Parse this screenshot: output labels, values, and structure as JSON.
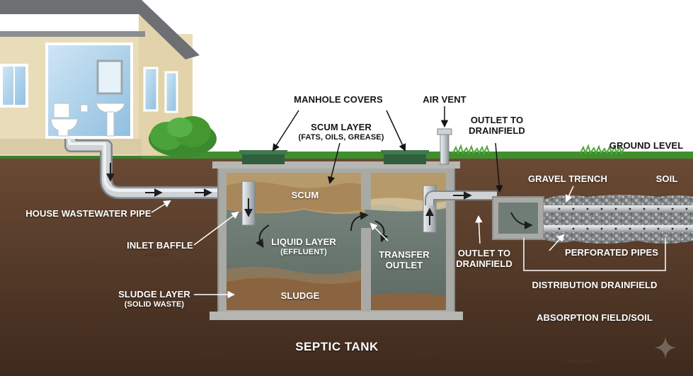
{
  "labels": {
    "manhole_covers": "MANHOLE COVERS",
    "air_vent": "AIR VENT",
    "outlet_to_drainfield_top": [
      "OUTLET TO",
      "DRAINFIELD"
    ],
    "scum_layer": "SCUM LAYER",
    "scum_layer_sub": "(FATS, OILS, GREASE)",
    "ground_level": "GROUND LEVEL",
    "gravel_trench": "GRAVEL TRENCH",
    "soil": "SOIL",
    "scum": "SCUM",
    "house_wastewater_pipe": "HOUSE WASTEWATER PIPE",
    "inlet_baffle": "INLET BAFFLE",
    "liquid_layer": "LIQUID LAYER",
    "liquid_layer_sub": "(EFFLUENT)",
    "transfer_outlet": [
      "TRANSFER",
      "OUTLET"
    ],
    "outlet_to_drainfield_bottom": [
      "OUTLET TO",
      "DRAINFIELD"
    ],
    "perforated_pipes": "PERFORATED PIPES",
    "sludge_layer": "SLUDGE LAYER",
    "sludge_layer_sub": "(SOLID WASTE)",
    "sludge": "SLUDGE",
    "distribution_drainfield": "DISTRIBUTION DRAINFIELD",
    "absorption_field": "ABSORPTION FIELD/SOIL",
    "septic_tank": "SEPTIC TANK"
  },
  "colors": {
    "sky": "#ffffff",
    "soil": "#5a3d2b",
    "grass": "#3f8f2e",
    "concrete": "#a9aaa6",
    "liquid": "#6f7d76",
    "scum": "#b79a6a",
    "sludge": "#8a6440",
    "pipe": "#cfd3d6",
    "gravel": "#8d8f90",
    "house_wall": "#e9dcb8",
    "roof": "#6d6f73"
  }
}
